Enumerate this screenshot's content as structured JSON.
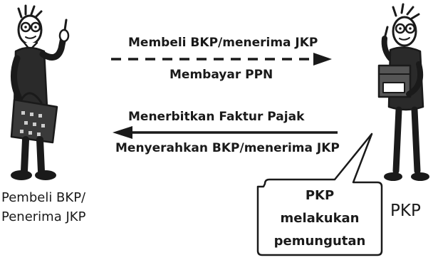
{
  "arrows": {
    "forward": {
      "top_label": "Membeli BKP/menerima JKP",
      "bottom_label": "Membayar PPN"
    },
    "backward": {
      "top_label": "Menerbitkan Faktur Pajak",
      "bottom_label": "Menyerahkan BKP/menerima JKP"
    }
  },
  "buyer": {
    "label_line1": "Pembeli BKP/",
    "label_line2": "Penerima JKP",
    "figure_icon": "cartoon-buyer-with-bag"
  },
  "seller": {
    "label": "PKP",
    "figure_icon": "cartoon-seller-with-box"
  },
  "speech_bubble": {
    "line1": "PKP",
    "line2": "melakukan",
    "line3": "pemungutan"
  },
  "colors": {
    "ink": "#1a1a1a",
    "background": "#ffffff"
  }
}
